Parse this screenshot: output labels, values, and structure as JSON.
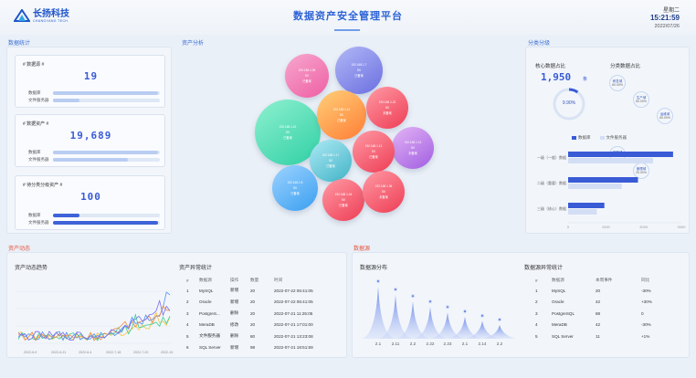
{
  "header": {
    "logo_text": "长扬科技",
    "logo_sub": "CHANGYANG TECH",
    "title": "数据资产安全管理平台",
    "weekday": "星期二",
    "time": "15:21:59",
    "date": "2022/07/26"
  },
  "data_stats": {
    "label": "数据统计",
    "cards": [
      {
        "title": "# 数据源 #",
        "value": "19",
        "bars": [
          {
            "label": "数据库",
            "fraction": 0.98,
            "dark": false
          },
          {
            "label": "文件服务器",
            "fraction": 0.25,
            "dark": false
          }
        ]
      },
      {
        "title": "# 数据资产 #",
        "value": "19,689",
        "bars": [
          {
            "label": "数据库",
            "fraction": 0.98,
            "dark": false
          },
          {
            "label": "文件服务器",
            "fraction": 0.7,
            "dark": false
          }
        ]
      },
      {
        "title": "# 待分类分级资产 #",
        "value": "100",
        "bars": [
          {
            "label": "数据库",
            "fraction": 0.25,
            "dark": true
          },
          {
            "label": "文件服务器",
            "fraction": 0.98,
            "dark": true
          }
        ]
      }
    ]
  },
  "asset_analysis": {
    "label": "资产分析",
    "bubbles": [
      {
        "ip": "192.168.1.28",
        "count": "50",
        "name": "已备案"
      },
      {
        "ip": "192.168.1.7",
        "count": "50",
        "name": "已备案"
      },
      {
        "ip": "192.168.1.22",
        "count": "50",
        "name": "已备案"
      },
      {
        "ip": "192.168.1.12",
        "count": "50",
        "name": "已备案"
      },
      {
        "ip": "192.168.1.22",
        "count": "50",
        "name": "未备案"
      },
      {
        "ip": "192.168.1.13",
        "count": "50",
        "name": "未备案"
      },
      {
        "ip": "192.168.1.17",
        "count": "50",
        "name": "已备案"
      },
      {
        "ip": "192.168.1.12",
        "count": "50",
        "name": "已备案"
      },
      {
        "ip": "192.168.1.8",
        "count": "50",
        "name": "已备案"
      },
      {
        "ip": "192.168.1.44",
        "count": "50",
        "name": "已备案"
      },
      {
        "ip": "192.168.1.36",
        "count": "50",
        "name": "未备案"
      },
      {
        "ip": "192.168.1.19",
        "count": "50",
        "name": "未备案"
      }
    ]
  },
  "classification": {
    "label": "分类分级",
    "core_title": "核心数据占比",
    "core_count": "1,950",
    "core_unit": "条",
    "core_percent": "9.90%",
    "core_fraction": 0.099,
    "cat_title": "分类数据占比",
    "cats": [
      {
        "tag": "研发域",
        "percent": "60.00%"
      },
      {
        "tag": "生产域",
        "percent": "60.00%"
      },
      {
        "tag": "运维域",
        "percent": "60.00%"
      },
      {
        "tag": "采购域",
        "percent": "20.00%"
      },
      {
        "tag": "管理域",
        "percent": "20.00%"
      }
    ],
    "legend": [
      "数据库",
      "文件服务器"
    ],
    "hbar": {
      "categories": [
        "一级（一般）数据",
        "二级（重要）数据",
        "三级（核心）数据"
      ],
      "series": [
        {
          "name": "数据库",
          "values": [
            2780,
            1850,
            960
          ]
        },
        {
          "name": "文件服务器",
          "values": [
            2250,
            1420,
            760
          ]
        }
      ],
      "ticks": [
        "0",
        "1000",
        "2000",
        "3000"
      ],
      "max": 3000
    }
  },
  "asset_dynamics": {
    "label": "资产动态",
    "trend_title": "资产动态趋势",
    "x_labels": [
      "2022-6-9",
      "2022-6-21",
      "2022-6-4",
      "2022-7-18",
      "2022-7-20",
      "2022-10-14"
    ],
    "change_title": "资产异常统计",
    "table": {
      "headers": [
        "#",
        "数据源",
        "操作",
        "数量",
        "时间"
      ],
      "rows": [
        [
          "1",
          "MySQL",
          "新增",
          "20",
          "2022-07-22 06:41:05"
        ],
        [
          "2",
          "Oracle",
          "新增",
          "20",
          "2022-07-22 06:41:05"
        ],
        [
          "3",
          "PostgreS...",
          "删除",
          "20",
          "2022-07-21 11:25:05"
        ],
        [
          "4",
          "MeraDB",
          "修改",
          "20",
          "2022-07-21 17:01:00"
        ],
        [
          "5",
          "文件服务器",
          "删除",
          "80",
          "2022-07-21 13:23:08"
        ],
        [
          "6",
          "SQL Server",
          "新增",
          "98",
          "2022-07-21 18:51:59"
        ]
      ]
    }
  },
  "data_source": {
    "label": "数据源",
    "dist_title": "数据源分布",
    "peaks": [
      {
        "label": "2.1",
        "value": 0.95
      },
      {
        "label": "2.11",
        "value": 0.8
      },
      {
        "label": "2.2",
        "value": 0.68
      },
      {
        "label": "2.22",
        "value": 0.58
      },
      {
        "label": "2.23",
        "value": 0.48
      },
      {
        "label": "2.1",
        "value": 0.4
      },
      {
        "label": "2.14",
        "value": 0.32
      },
      {
        "label": "2.2",
        "value": 0.25
      }
    ],
    "stat_title": "数据源异常统计",
    "table": {
      "headers": [
        "#",
        "数据源",
        "本周事件",
        "同比"
      ],
      "rows": [
        [
          "1",
          "MySQL",
          "20",
          "-30%"
        ],
        [
          "2",
          "Oracle",
          "42",
          "+30%"
        ],
        [
          "3",
          "PostgreSQL",
          "88",
          "0"
        ],
        [
          "4",
          "MeraDB",
          "42",
          "-30%"
        ],
        [
          "5",
          "SQL Server",
          "11",
          "+1%"
        ]
      ]
    }
  }
}
